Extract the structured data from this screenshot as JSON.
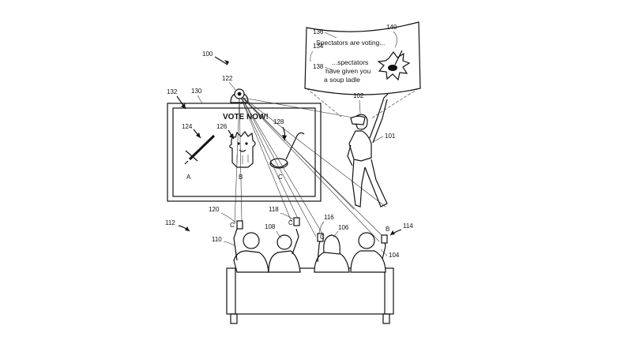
{
  "refs": {
    "system": "100",
    "player": "101",
    "headset": "102",
    "spectator_d": "104",
    "spectator_c": "106",
    "spectator_b": "108",
    "spectator_a": "110",
    "audience": "112",
    "device_d": "114",
    "device_c": "116",
    "device_b": "118",
    "device_a": "120",
    "camera": "122",
    "option_a": "124",
    "option_b": "126",
    "option_c": "128",
    "display": "130",
    "display_screen": "132",
    "hmd_view": "134",
    "hud_message": "136",
    "hud_result": "138",
    "ladle_item": "140"
  },
  "display_content": {
    "vote_title": "VOTE NOW!",
    "option_labels": [
      "A",
      "B",
      "C"
    ]
  },
  "hmd_content": {
    "line1": "Spectators are voting...",
    "line2": "...spectators",
    "line3": "have given you",
    "line4": "a soup ladle"
  },
  "votes": {
    "a": "C",
    "b": "C",
    "c": "C",
    "d": "B"
  },
  "icons": {
    "sword": "sword-icon",
    "creature": "creature-icon",
    "ladle": "soup-ladle-icon",
    "camera": "camera-icon"
  }
}
